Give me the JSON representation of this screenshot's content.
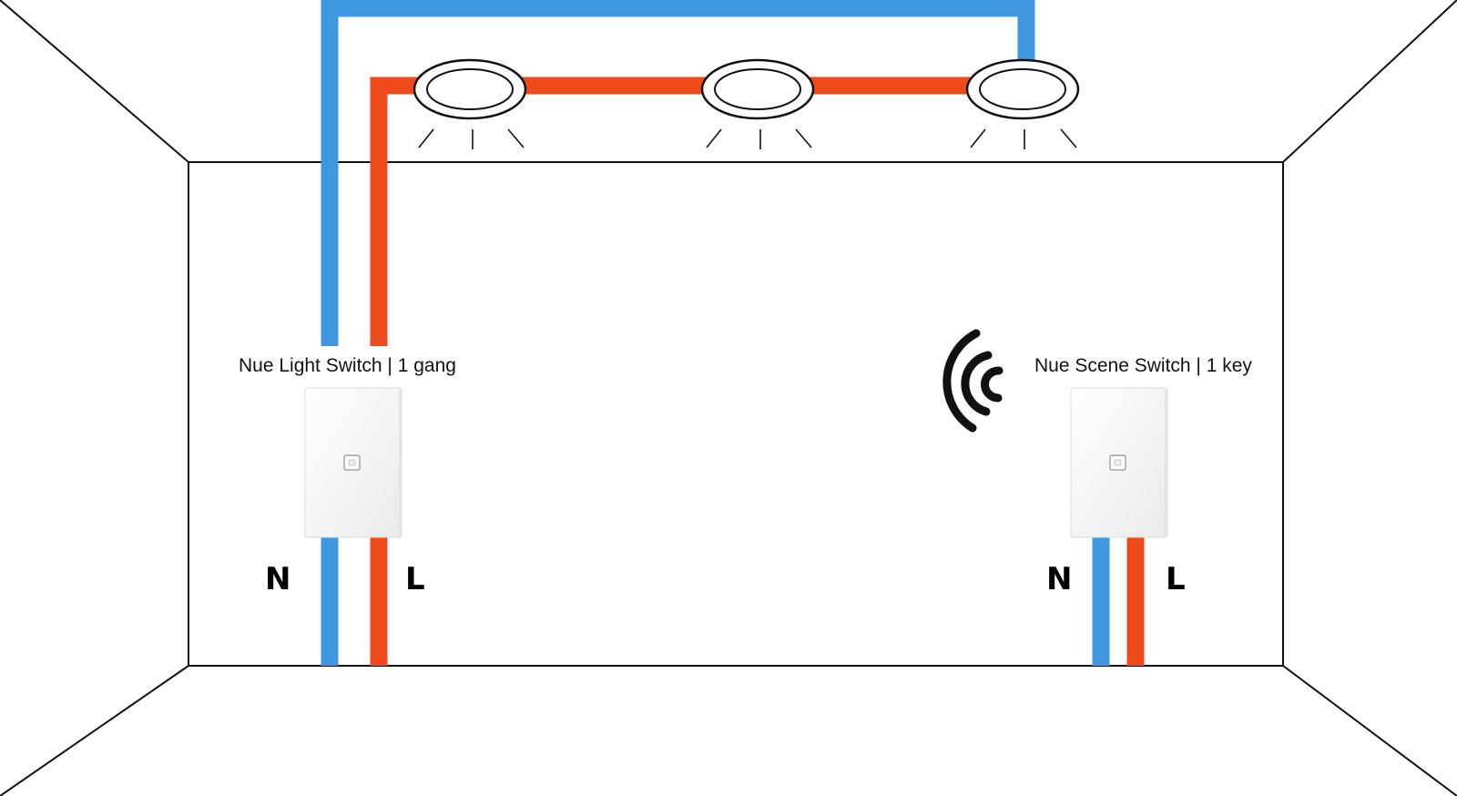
{
  "colors": {
    "neutral_wire": "#3f97e2",
    "live_wire": "#ee4a1c",
    "room_outline": "#111111",
    "switch_plate": "#f4f5f4",
    "signal_icon": "#111111"
  },
  "ceiling": {
    "lights": [
      {
        "name": "downlight-1"
      },
      {
        "name": "downlight-2"
      },
      {
        "name": "downlight-3"
      }
    ]
  },
  "devices": {
    "light_switch": {
      "label": "Nue Light Switch | 1 gang",
      "neutral_label": "N",
      "live_label": "L"
    },
    "scene_switch": {
      "label": "Nue Scene Switch | 1 key",
      "neutral_label": "N",
      "live_label": "L"
    }
  },
  "wireless_icon": "wireless-signal-icon"
}
